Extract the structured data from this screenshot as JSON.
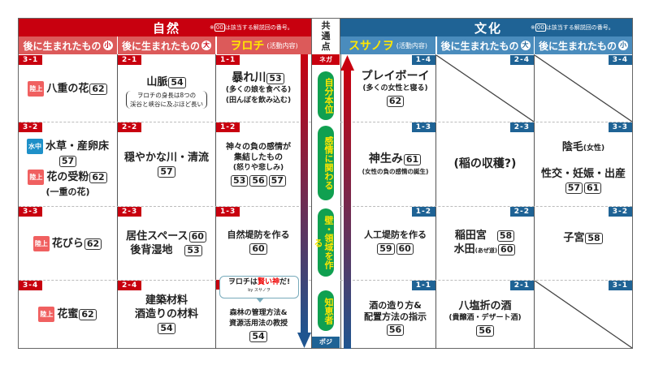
{
  "header": {
    "nature_title": "自然",
    "culture_title": "文化",
    "note_prefix": "※",
    "note_box": "00",
    "note_text": "は該当する解説回の番号。",
    "common_label": "共\n通\n点"
  },
  "subheaders": {
    "nat_small": {
      "label": "後に生まれたもの",
      "mark": "小"
    },
    "nat_large": {
      "label": "後に生まれたもの",
      "mark": "大"
    },
    "orochi": {
      "name": "ヲロチ",
      "suffix": "(活動内容)"
    },
    "susanowo": {
      "name": "スサノヲ",
      "suffix": "(活動内容)"
    },
    "cul_large": {
      "label": "後に生まれたもの",
      "mark": "大"
    },
    "cul_small": {
      "label": "後に生まれたもの",
      "mark": "小"
    }
  },
  "axis": {
    "negative": "ネガ",
    "positive": "ポジ",
    "pills": [
      "自分本位",
      "感情に関わる",
      "壁・領域を作る",
      "知恵者"
    ]
  },
  "badges": {
    "land": "陸上",
    "water": "水中"
  },
  "nature_small": [
    {
      "id": "3-1",
      "items": [
        {
          "badge": "land",
          "text": "八重の花",
          "nums": [
            "62"
          ]
        }
      ]
    },
    {
      "id": "3-2",
      "items": [
        {
          "badge": "water",
          "text": "水草・産卵床",
          "nums": [
            "57"
          ]
        },
        {
          "badge": "land",
          "text": "花の受粉",
          "nums": [
            "62"
          ],
          "paren": "(一重の花)"
        }
      ]
    },
    {
      "id": "3-3",
      "items": [
        {
          "badge": "land",
          "text": "花びら",
          "nums": [
            "62"
          ]
        }
      ]
    },
    {
      "id": "3-4",
      "items": [
        {
          "badge": "land",
          "text": "花蜜",
          "nums": [
            "62"
          ]
        }
      ]
    }
  ],
  "nature_large": [
    {
      "id": "2-1",
      "main": "山脈",
      "nums": [
        "54"
      ],
      "paren": "ヲロチの身長は8つの\n渓谷と峡谷に及ぶほど長い"
    },
    {
      "id": "2-2",
      "main": "穏やかな川・清流",
      "nums": [
        "57"
      ]
    },
    {
      "id": "2-3",
      "lines": [
        {
          "text": "居住スペース",
          "num": "60"
        },
        {
          "text": "後背湿地",
          "num": "53"
        }
      ]
    },
    {
      "id": "2-4",
      "main": "建築材料\n酒造りの材料",
      "nums": [
        "54"
      ]
    }
  ],
  "orochi": [
    {
      "id": "1-1",
      "main": "暴れ川",
      "nums": [
        "53"
      ],
      "paren": "(多くの娘を食べる)\n(田んぼを飲み込む)"
    },
    {
      "id": "1-2",
      "main": "神々の負の感情が\n集結したもの",
      "paren": "(怒りや悲しみ)",
      "nums": [
        "53",
        "56",
        "57"
      ]
    },
    {
      "id": "1-3",
      "main": "自然堤防を作る",
      "nums": [
        "60"
      ]
    },
    {
      "id": "1-4",
      "main": "森林の管理方法&\n資源活用法の教授",
      "nums": [
        "54"
      ],
      "bubble": {
        "pre": "ヲロチは",
        "red": "賢い神",
        "post": "だ!",
        "by": "by スサノヲ"
      }
    }
  ],
  "susanowo": [
    {
      "id": "1-4",
      "main": "プレイボーイ",
      "paren": "(多くの女性と寝る)",
      "nums": [
        "62"
      ]
    },
    {
      "id": "1-3",
      "main": "神生み",
      "nums": [
        "61"
      ],
      "paren": "(女性の負の感情の誕生)"
    },
    {
      "id": "1-2",
      "main": "人工堤防を作る",
      "nums": [
        "59",
        "60"
      ]
    },
    {
      "id": "1-1",
      "main": "酒の造り方&\n配置方法の指示",
      "nums": [
        "56"
      ]
    }
  ],
  "culture_large": [
    {
      "id": "2-4",
      "empty": true
    },
    {
      "id": "2-3",
      "main": "(稲の収穫?)"
    },
    {
      "id": "2-2",
      "lines": [
        {
          "text": "稲田宮",
          "num": "58"
        },
        {
          "text": "水田",
          "small": "(あぜ道)",
          "num": "60"
        }
      ]
    },
    {
      "id": "2-1",
      "main": "八塩折の酒",
      "paren": "(貴醸酒・デザート酒)",
      "nums": [
        "56"
      ]
    }
  ],
  "culture_small": [
    {
      "id": "3-4",
      "empty": true
    },
    {
      "id": "3-3",
      "main": "陰毛",
      "small": "(女性)",
      "main2": "性交・妊娠・出産",
      "nums": [
        "57",
        "61"
      ]
    },
    {
      "id": "3-2",
      "main": "子宮",
      "nums": [
        "58"
      ]
    },
    {
      "id": "3-1",
      "empty": true
    }
  ],
  "colors": {
    "nature_red": "#c8000f",
    "nature_sub": "#dc5a5a",
    "culture_blue": "#1f6395",
    "culture_sub": "#4a8cbd",
    "pill_green": "#10a050",
    "pill_text": "#ffe600"
  }
}
